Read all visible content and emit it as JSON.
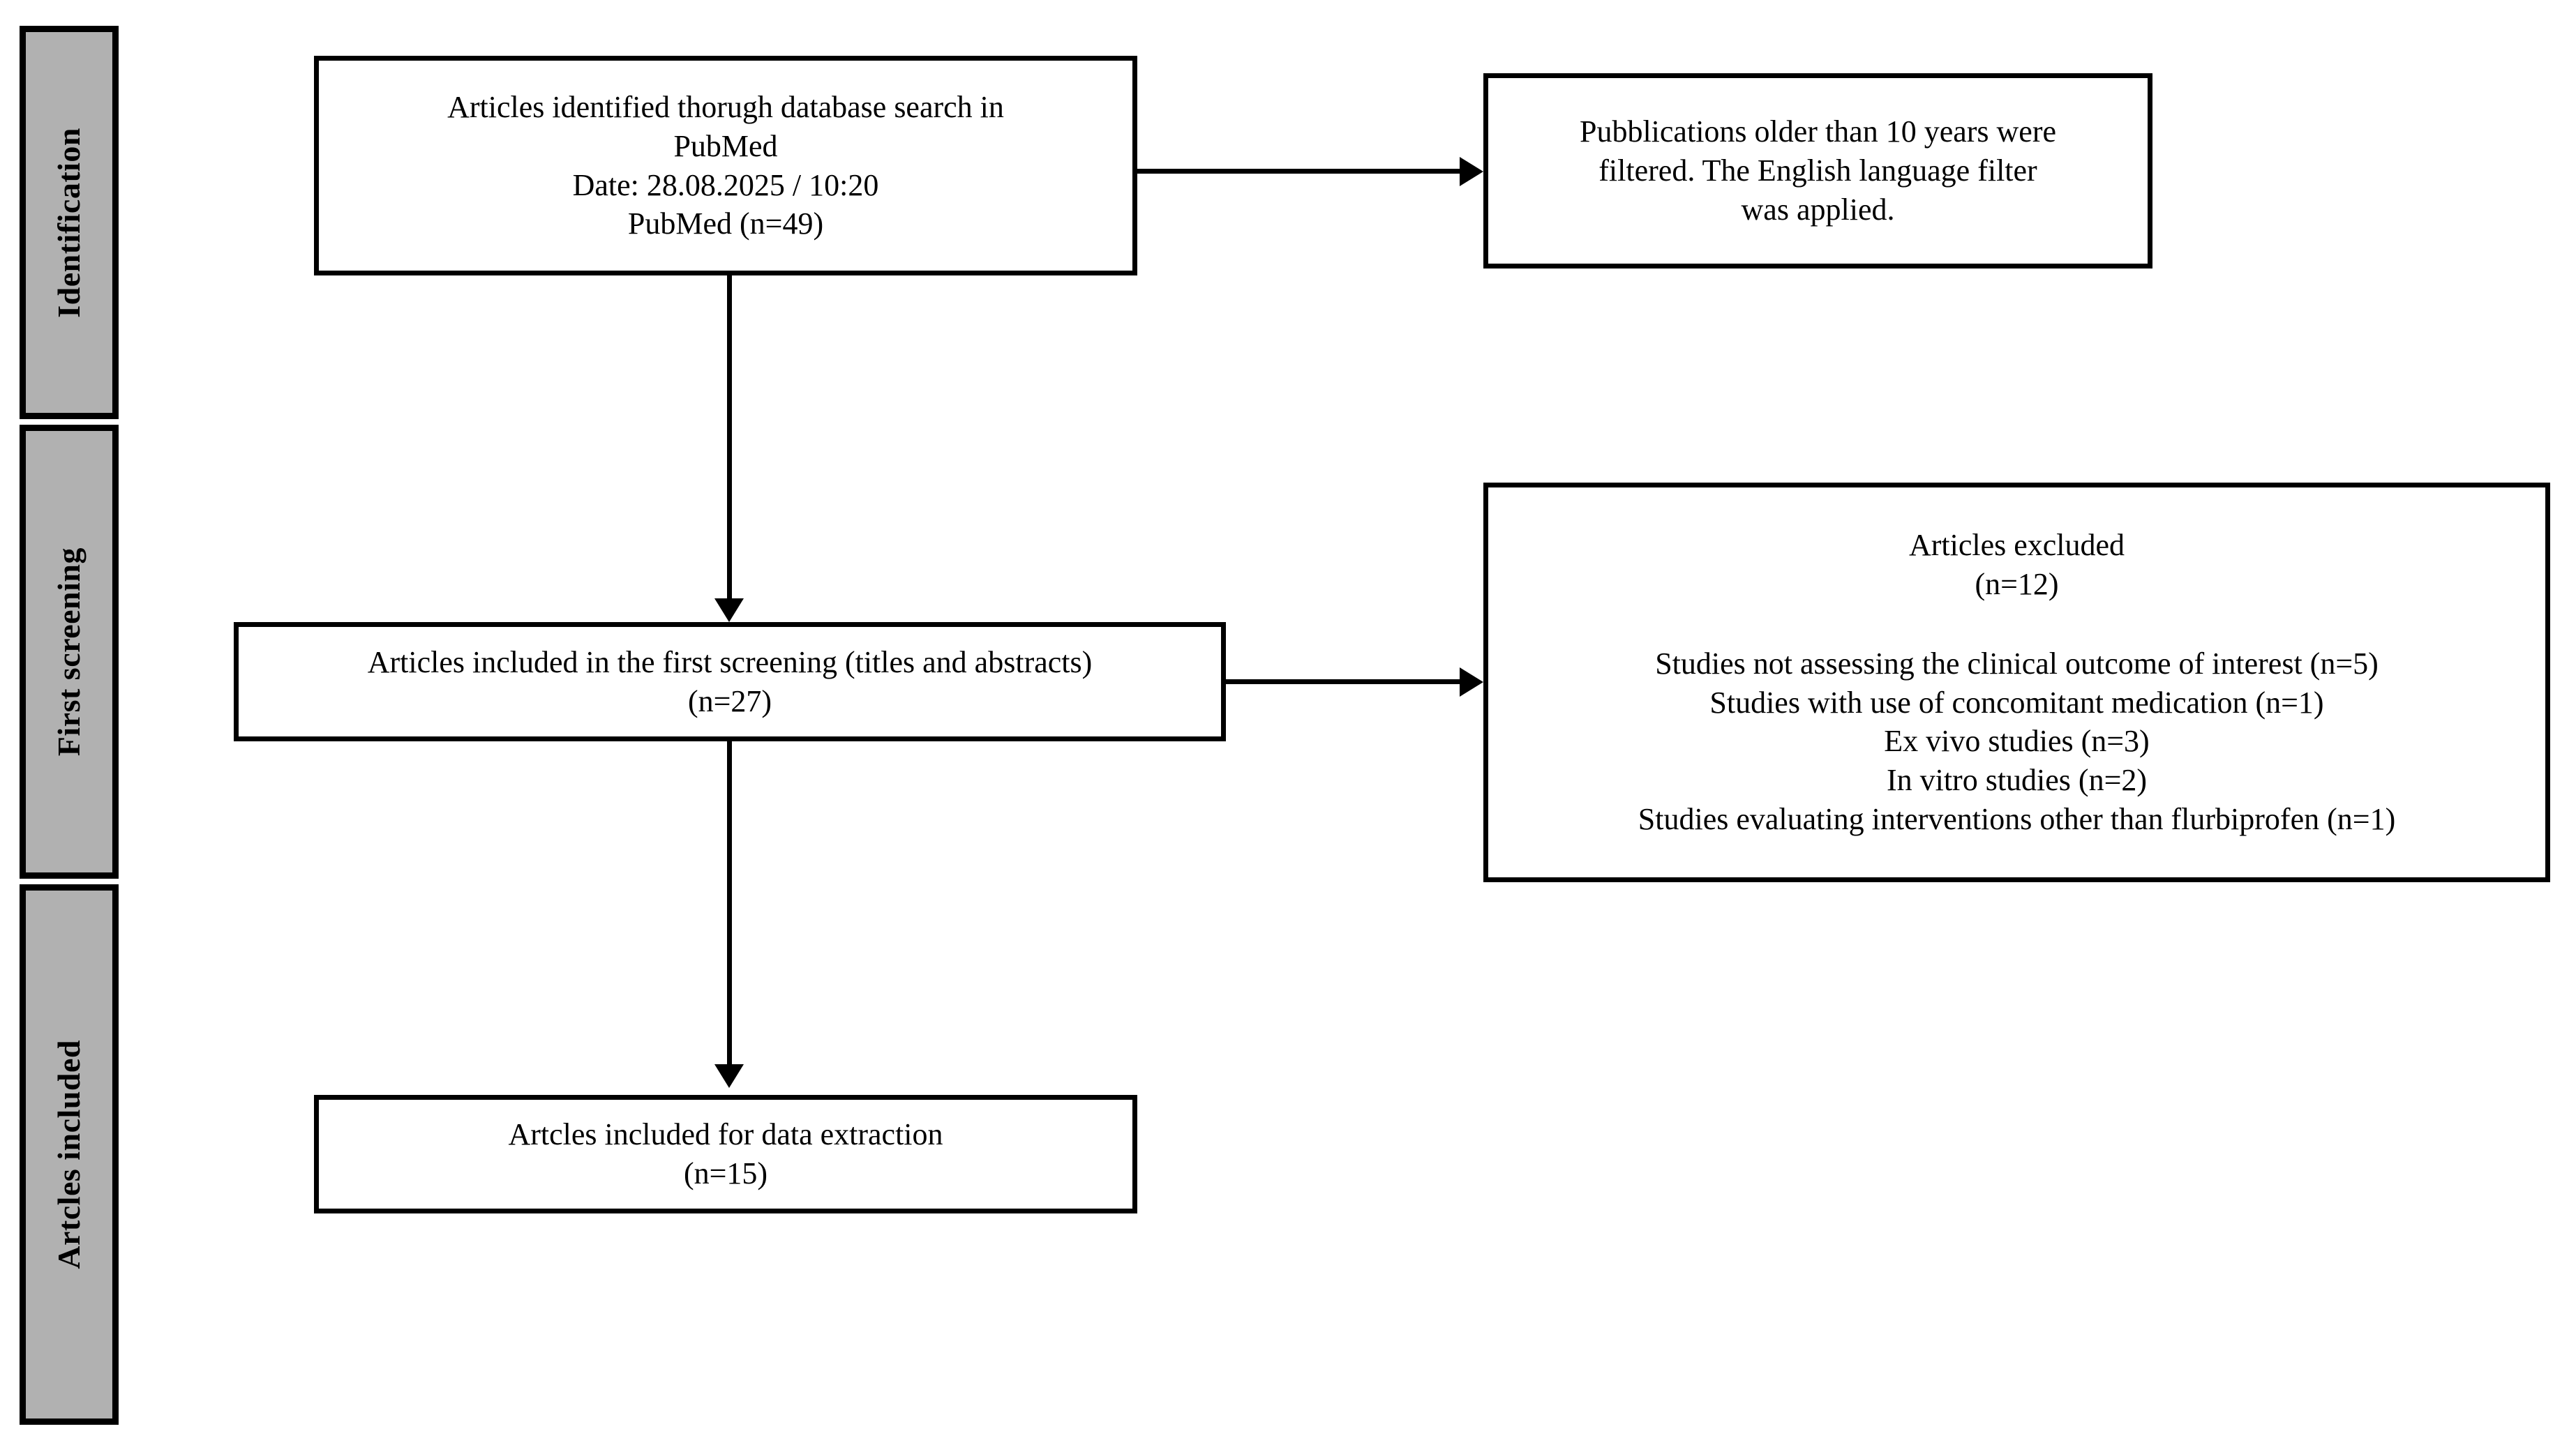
{
  "diagram": {
    "type": "prisma-flow-diagram",
    "title": "PRISMA study selection flow diagram",
    "colors": {
      "stage_bar_fill": "#b1b1b1",
      "border": "#000000",
      "box_fill": "#ffffff",
      "text": "#000000"
    },
    "stages": [
      {
        "id": "identification",
        "label": "Identification"
      },
      {
        "id": "first-screening",
        "label": "First screening"
      },
      {
        "id": "articles-included",
        "label": "Artcles included"
      }
    ],
    "boxes": [
      {
        "id": "identified",
        "stage": "identification",
        "lines": [
          "Articles identified thorugh database search in",
          "PubMed",
          "Date: 28.08.2025 / 10:20",
          "PubMed (n=49)"
        ],
        "count": 49,
        "database": "PubMed",
        "search_date": "28.08.2025",
        "search_time": "10:20"
      },
      {
        "id": "filters-applied",
        "stage": "identification",
        "lines": [
          "Pubblications older than 10 years were",
          "filtered. The English language filter",
          "was applied."
        ]
      },
      {
        "id": "first-screening-included",
        "stage": "first-screening",
        "lines": [
          "Articles included in the first screening (titles and abstracts)",
          "(n=27)"
        ],
        "count": 27
      },
      {
        "id": "articles-excluded",
        "stage": "first-screening",
        "header_lines": [
          "Articles excluded",
          "(n=12)"
        ],
        "count": 12,
        "reasons": [
          "Studies not assessing the clinical outcome of interest (n=5)",
          "Studies with use of concomitant medication (n=1)",
          "Ex vivo studies (n=3)",
          "In vitro studies (n=2)",
          "Studies evaluating interventions other than flurbiprofen (n=1)"
        ]
      },
      {
        "id": "data-extraction-included",
        "stage": "articles-included",
        "lines": [
          "Artcles included for data extraction",
          "(n=15)"
        ],
        "count": 15
      }
    ],
    "connectors": [
      {
        "id": "identified-to-filters",
        "from": "identified",
        "to": "filters-applied",
        "direction": "right"
      },
      {
        "id": "identified-to-screening",
        "from": "identified",
        "to": "first-screening-included",
        "direction": "down"
      },
      {
        "id": "screening-to-excluded",
        "from": "first-screening-included",
        "to": "articles-excluded",
        "direction": "right"
      },
      {
        "id": "screening-to-extraction",
        "from": "first-screening-included",
        "to": "data-extraction-included",
        "direction": "down"
      }
    ]
  }
}
